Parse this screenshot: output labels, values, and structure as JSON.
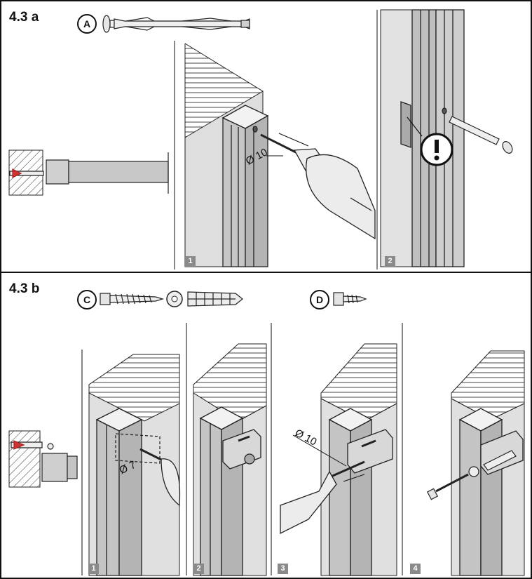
{
  "sections": [
    {
      "title": "4.3 a",
      "parts": [
        "A"
      ],
      "steps": [
        "1",
        "2"
      ],
      "dimensions": [
        "Ø 10"
      ]
    },
    {
      "title": "4.3 b",
      "parts": [
        "C",
        "D"
      ],
      "steps": [
        "1",
        "2",
        "3",
        "4"
      ],
      "dimensions": [
        "Ø 7",
        "Ø 10"
      ]
    }
  ],
  "icons": [
    "warning-exclamation-icon",
    "anchor-bolt-icon",
    "wood-screw-icon",
    "washer-icon",
    "wall-plug-icon",
    "hex-screw-icon",
    "drill-icon"
  ],
  "colors": {
    "frame": "#111111",
    "profile": "#c8c8c8",
    "wall": "#d9d9d9",
    "step_badge": "#8a8a8a"
  }
}
